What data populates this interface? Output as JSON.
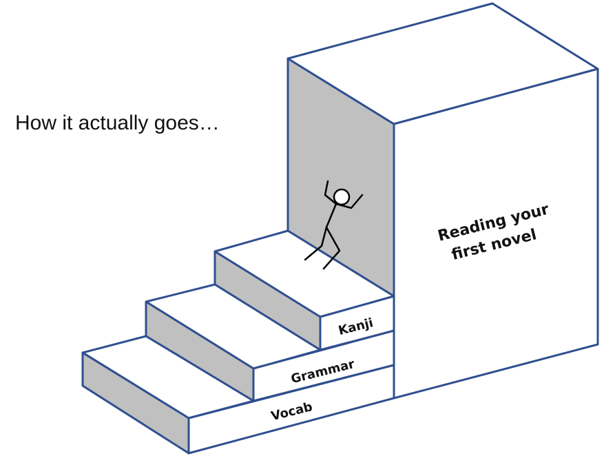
{
  "caption": "How it actually goes…",
  "goal_block": {
    "label_lines": [
      "Reading your",
      "first novel"
    ]
  },
  "steps": [
    {
      "label": "Vocab"
    },
    {
      "label": "Grammar"
    },
    {
      "label": "Kanji"
    }
  ],
  "colors": {
    "outline": "#2f4f8f",
    "face": "#ffffff",
    "side": "#c0c0c0",
    "figure": "#000000"
  }
}
